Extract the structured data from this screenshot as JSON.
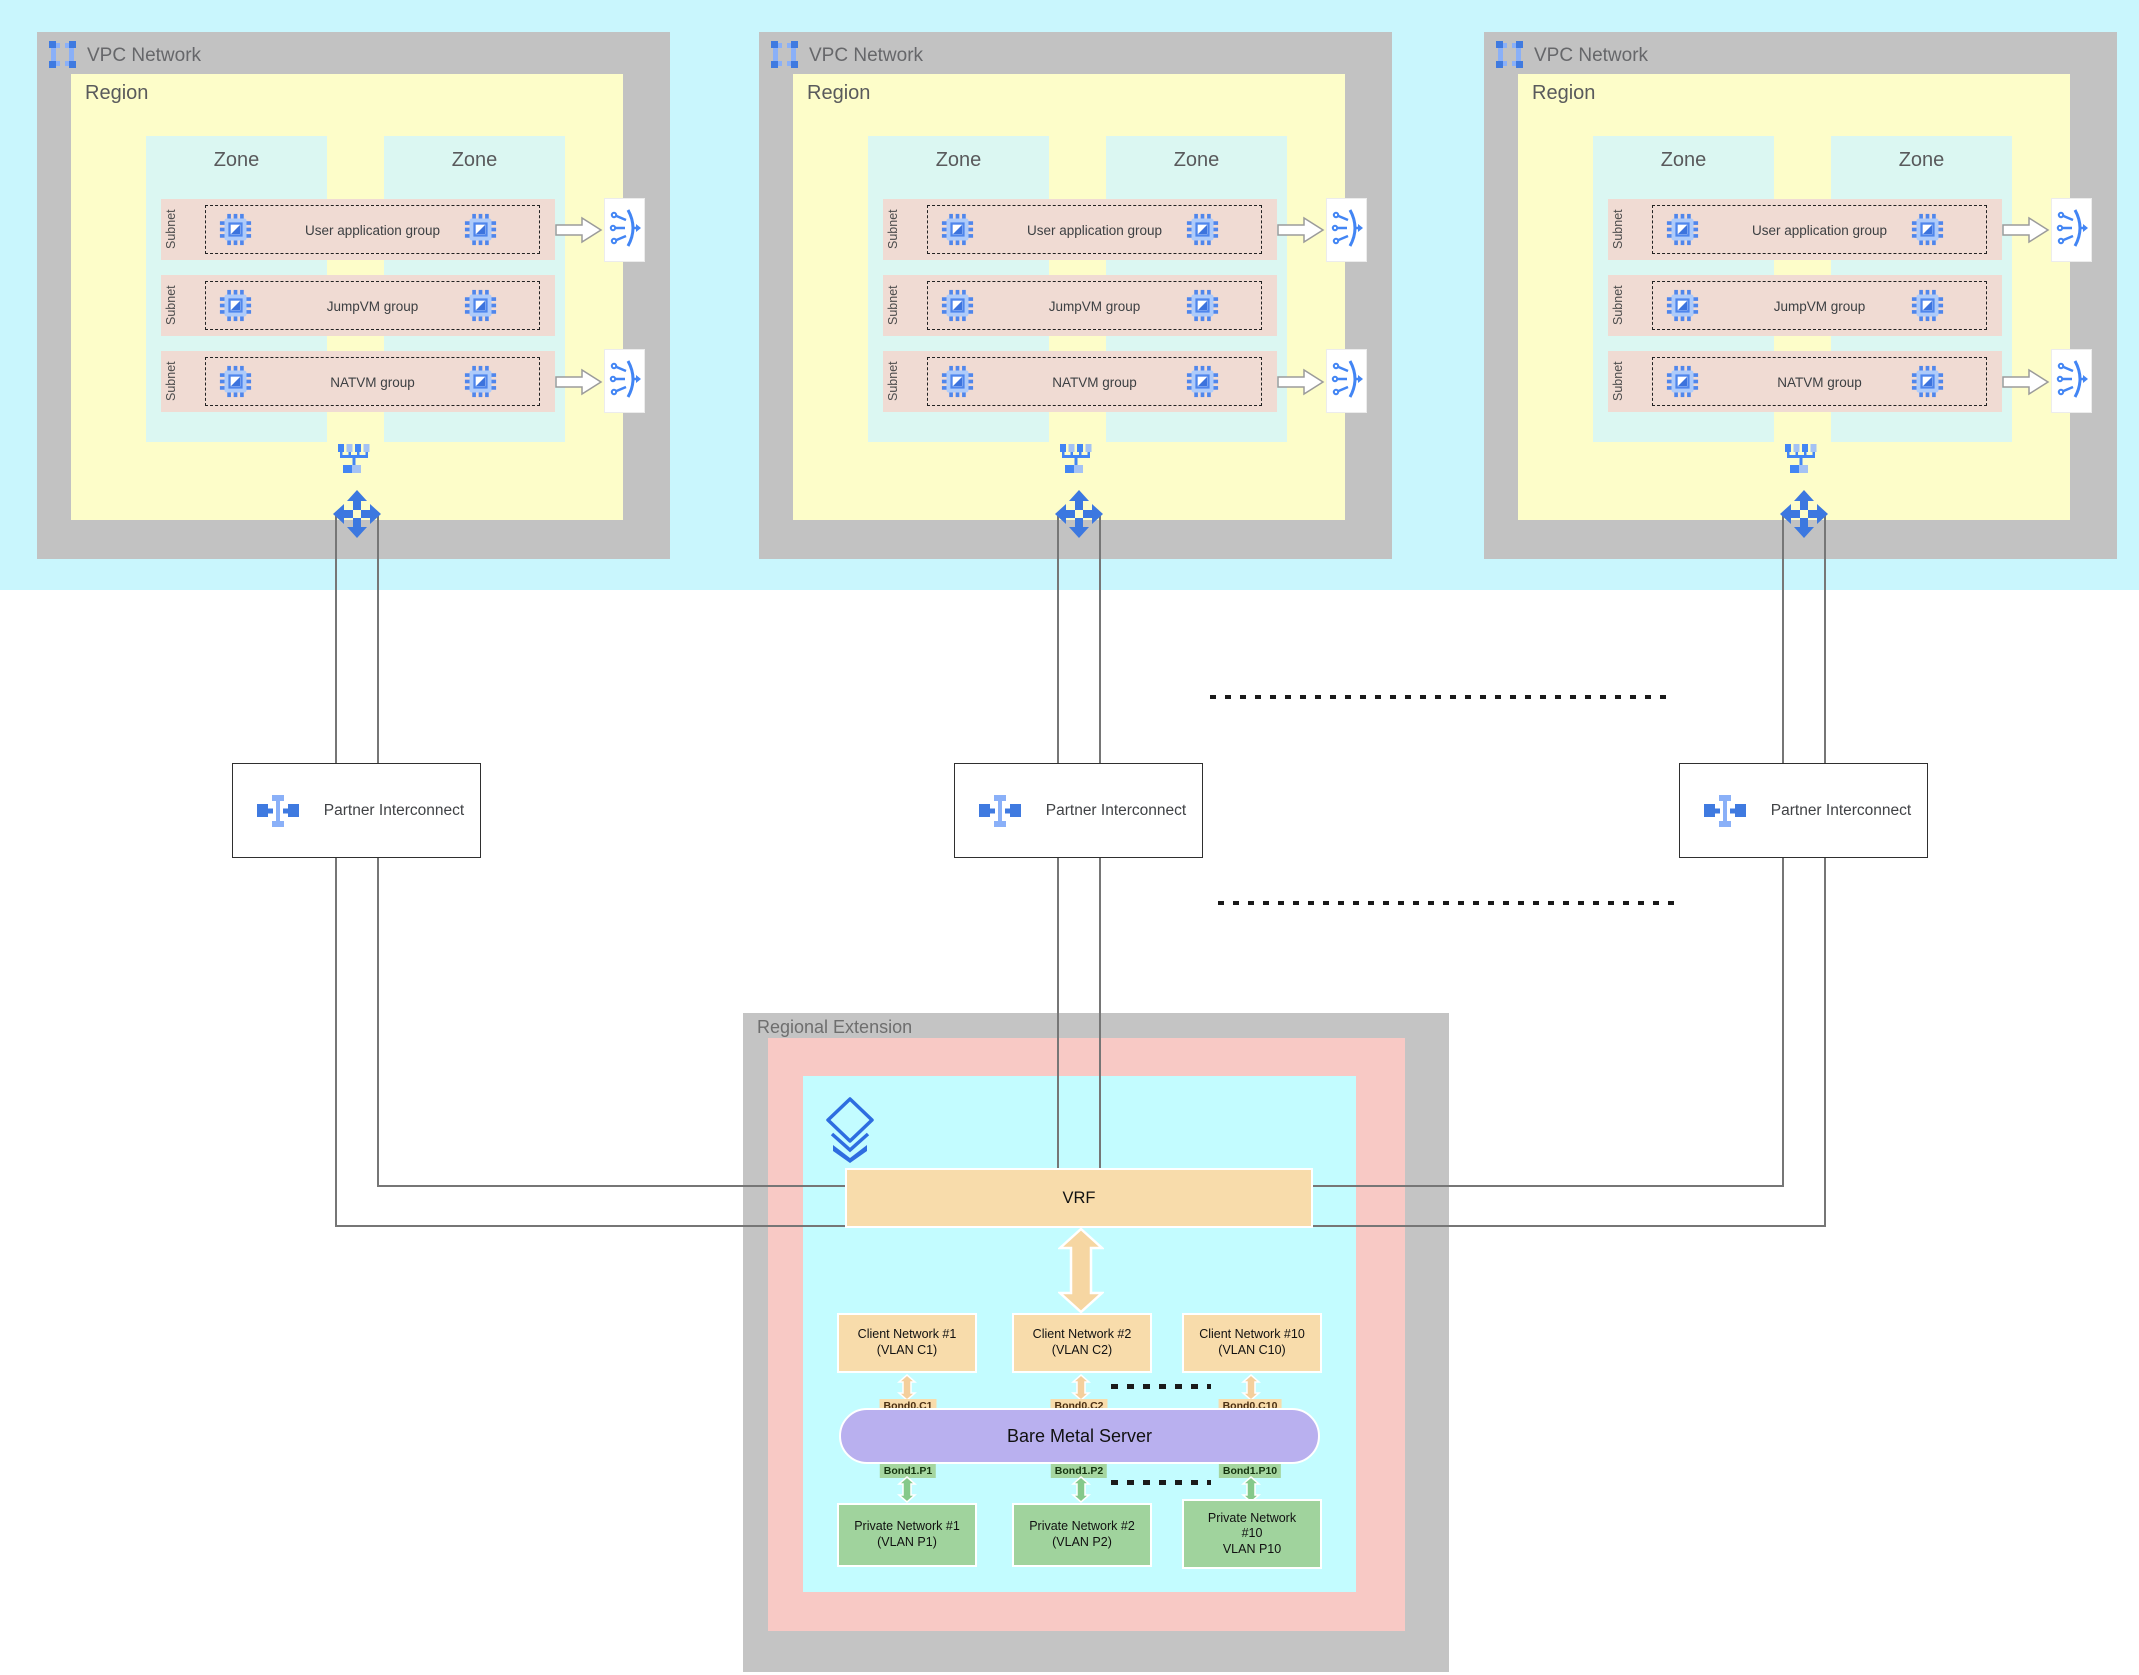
{
  "vpcs": [
    {
      "title": "VPC Network",
      "region": "Region",
      "zone_left": "Zone",
      "zone_right": "Zone",
      "subnet": "Subnet",
      "group1": "User application group",
      "group2": "JumpVM group",
      "group3": "NATVM group"
    },
    {
      "title": "VPC Network",
      "region": "Region",
      "zone_left": "Zone",
      "zone_right": "Zone",
      "subnet": "Subnet",
      "group1": "User application group",
      "group2": "JumpVM group",
      "group3": "NATVM group"
    },
    {
      "title": "VPC Network",
      "region": "Region",
      "zone_left": "Zone",
      "zone_right": "Zone",
      "subnet": "Subnet",
      "group1": "User application group",
      "group2": "JumpVM group",
      "group3": "NATVM group"
    }
  ],
  "interconnects": [
    {
      "label": "Partner Interconnect"
    },
    {
      "label": "Partner Interconnect"
    },
    {
      "label": "Partner Interconnect"
    }
  ],
  "regional_extension": {
    "title": "Regional Extension",
    "vrf": "VRF",
    "clients": [
      {
        "name": "Client Network #1",
        "vlan": "(VLAN C1)"
      },
      {
        "name": "Client Network #2",
        "vlan": "(VLAN C2)"
      },
      {
        "name": "Client Network #10",
        "vlan": "(VLAN C10)"
      }
    ],
    "bond0": [
      "Bond0.C1",
      "Bond0.C2",
      "Bond0.C10"
    ],
    "server": "Bare Metal Server",
    "bond1": [
      "Bond1.P1",
      "Bond1.P2",
      "Bond1.P10"
    ],
    "privates": [
      {
        "name": "Private Network #1",
        "vlan": "(VLAN P1)"
      },
      {
        "name": "Private Network #2",
        "vlan": "(VLAN P2)"
      },
      {
        "name": "Private Network #10",
        "vlan": "VLAN P10"
      }
    ]
  },
  "colors": {
    "accent_blue": "#4285f4",
    "light_blue": "#aecbfa",
    "band_cyan": "#c9f6fd",
    "vpc_gray": "#c2c2c2",
    "region_yellow": "#fdfdc9",
    "zone_teal": "#dbf7f2",
    "subnet_pink": "#f0dbd3",
    "ext_pink": "#f8c9c5",
    "ext_cyan": "#c3fcff",
    "vrf_tan": "#f8dcab",
    "server_lavender": "#b9b0ef",
    "private_green": "#a0d39d",
    "line_gray": "#767676"
  }
}
